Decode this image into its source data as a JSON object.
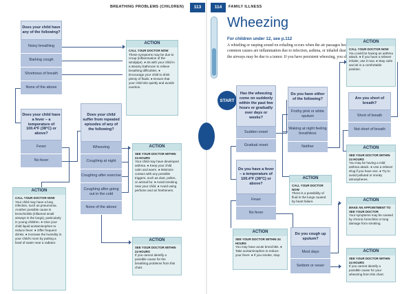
{
  "left_page": {
    "header": "BREATHING PROBLEMS (CHILDREN)",
    "page_number": "113",
    "q1": "Does your child have any of the following?",
    "q1_options": [
      "Noisy breathing",
      "Barking cough",
      "Shortness of breath",
      "None of the above"
    ],
    "action1": {
      "title": "ACTION",
      "urgency": "CALL YOUR DOCTOR NOW",
      "text": "These symptoms may be due to croup (inflammation of the windpipe). ● Sit with your child in a steamy bathroom to relieve breathing difficulties. ● Encourage your child to drink plenty of fluids. ● Ensure that your child sits quietly and avoids exertion."
    },
    "q2": "Does your child have a fever – a temperature of 100.4°F (38°C) or above?",
    "q2_options": [
      "Fever",
      "No fever"
    ],
    "action2": {
      "title": "ACTION",
      "urgency": "CALL YOUR DOCTOR NOW",
      "text": "Your child may have a lung infection, such as pneumonia. Another possible cause is bronchiolitis (inflamed small airways in the lungs), particularly in young children. ● Give your child liquid acetaminophen to reduce fever. ● Offer frequent drinks. ● Increase the humidity in your child's room by putting a bowl of water near a radiator."
    },
    "q3": "Does your child suffer from repeated episodes of any of the following?",
    "q3_options": [
      "Wheezing",
      "Coughing at night",
      "Coughing after exercise",
      "Coughing after going out in the cold",
      "None of the above"
    ],
    "action3": {
      "title": "ACTION",
      "urgency": "SEE YOUR DOCTOR WITHIN 24 HOURS",
      "text": "Your child may have developed asthma. ● Keep your child calm and warm. ● Minimize contact with any possible triggers, such as dust, pollen, or animal fur. ● Avoid smoking near your child. ● Avoid using perfume and air fresheners."
    },
    "action4": {
      "title": "ACTION",
      "urgency": "SEE YOUR DOCTOR WITHIN 24 HOURS",
      "text": "If you cannot identify a possible cause for the breathing problems from this chart."
    }
  },
  "right_page": {
    "page_number": "114",
    "header": "FAMILY ILLNESS",
    "title": "Wheezing",
    "intro_ref": "For children under 12, see p.112",
    "intro_text": "A whistling or rasping sound on exhaling occurs when the air passages become narrowed. The most common causes are inflammation due to infection, asthma, or inhaled dust. In rare cases, a narrowing of the airways may be due to a tumor. If you have persistent wheezing, you should see your doctor.",
    "start_label": "START",
    "q_start": "Has the wheezing come on suddenly within the past few hours or gradually over days or weeks?",
    "q_start_options": [
      "Sudden onset",
      "Gradual onset"
    ],
    "q_fever": "Do you have a fever – a temperature of 100.4°F (38°C) or above?",
    "q_fever_options": [
      "Fever",
      "No fever"
    ],
    "action_fever": {
      "title": "ACTION",
      "urgency": "SEE YOUR DOCTOR WITHIN 24 HOURS",
      "text": "You may have acute bronchitis. ● Take acetaminophen to reduce your fever. ● If you smoke, stop."
    },
    "q_sputum": "Do you cough up sputum?",
    "q_sputum_options": [
      "Most days",
      "Seldom or never"
    ],
    "q_either": "Do you have either of the following?",
    "q_either_options": [
      "Frothy pink or white sputum",
      "Waking at night feeling breathless",
      "Neither"
    ],
    "action_either": {
      "title": "ACTION",
      "urgency": "CALL YOUR DOCTOR NOW",
      "text": "There is a possibility of fluid in the lungs caused by heart failure."
    },
    "action_top": {
      "title": "ACTION",
      "urgency": "CALL YOUR DOCTOR NOW",
      "text": "You could be having an asthma attack. ● If you have a reliever inhaler, use it now. ● Stay calm and sit in a comfortable position."
    },
    "q_short": "Are you short of breath?",
    "q_short_options": [
      "Short of breath",
      "Not short of breath"
    ],
    "action_short": {
      "title": "ACTION",
      "urgency": "SEE YOUR DOCTOR WITHIN 24 HOURS",
      "text": "You may be having a mild asthma attack. ● Use a reliever drug if you have one. ● Try to avoid polluted or smoky atmospheres."
    },
    "action_appt": {
      "title": "ACTION",
      "urgency": "MAKE AN APPOINTMENT TO SEE YOUR DOCTOR",
      "text": "Your symptoms may be caused by chronic bronchitis or lung damage from smoking."
    },
    "action_last": {
      "title": "ACTION",
      "urgency": "SEE YOUR DOCTOR WITHIN 24 HOURS",
      "text": "If you cannot identify a possible cause for your wheezing from this chart."
    }
  },
  "colors": {
    "accent": "#1a4f8f",
    "question_bg": "#d6dfee",
    "option_bg": "#b4c3de",
    "action_bg": "#e4f0f2"
  }
}
